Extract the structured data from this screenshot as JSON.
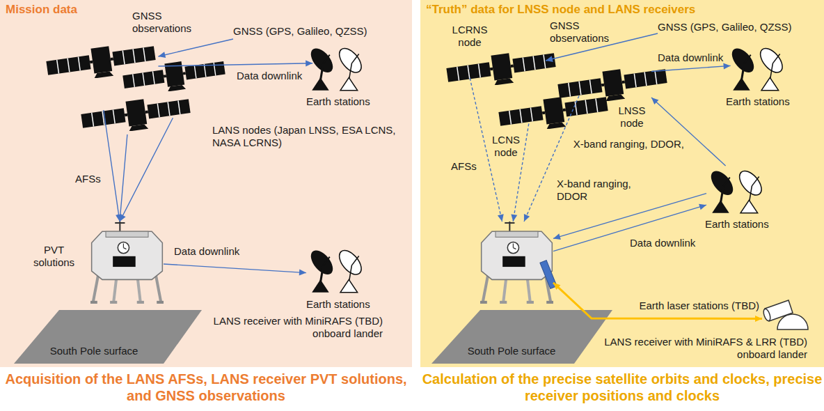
{
  "diagram": {
    "nodes": [
      {
        "text": [
          "Mission data"
        ]
      },
      {
        "text": [
          "GNSS (GPS, Galileo, QZSS)"
        ],
        "in": 0
      },
      {
        "text": [
          "LANS nodes (Japan LNSS, ESA LCNS, NASA LCRNS)"
        ],
        "in": 0
      },
      {
        "text": [
          "Earth stations"
        ],
        "in": 0
      },
      {
        "text": [
          "LANS receiver with MiniRAFS (TBD) onboard lander"
        ],
        "in": 0
      },
      {
        "text": [
          "Earth stations"
        ],
        "in": 0
      },
      {
        "text": [
          "South Pole surface"
        ],
        "in": 0
      },
      {
        "text": [
          "“Truth” data for LNSS node and LANS receivers"
        ]
      },
      {
        "text": [
          "GNSS (GPS, Galileo, QZSS)"
        ],
        "in": 7
      },
      {
        "text": [
          "LCRNS node"
        ],
        "in": 7
      },
      {
        "text": [
          "LCNS node"
        ],
        "in": 7
      },
      {
        "text": [
          "LNSS node"
        ],
        "in": 7
      },
      {
        "text": [
          "Earth stations"
        ],
        "in": 7
      },
      {
        "text": [
          "Earth stations"
        ],
        "in": 7
      },
      {
        "text": [
          "Earth laser stations (TBD)"
        ],
        "in": 7
      },
      {
        "text": [
          "LANS receiver with MiniRAFS & LRR (TBD) onboard lander"
        ],
        "in": 7
      },
      {
        "text": [
          "South Pole surface"
        ],
        "in": 7
      }
    ],
    "edges": [
      {
        "from": 1,
        "to": 2,
        "arrow": "to",
        "label": "GNSS observations"
      },
      {
        "from": 2,
        "to": 3,
        "arrow": "to",
        "label": "Data downlink"
      },
      {
        "from": 2,
        "to": 4,
        "arrow": "to",
        "label": "AFSs"
      },
      {
        "from": 4,
        "to": 5,
        "arrow": "to",
        "label": "Data downlink"
      },
      {
        "from": 8,
        "to": 9,
        "arrow": "to",
        "label": "GNSS observations"
      },
      {
        "from": 11,
        "to": 12,
        "arrow": "to",
        "label": "Data downlink"
      },
      {
        "from": 13,
        "to": 11,
        "arrow": "to",
        "label": "X-band ranging, DDOR,"
      },
      {
        "from": 9,
        "to": 15,
        "arrow": "to",
        "label": "AFSs"
      },
      {
        "from": 10,
        "to": 15,
        "arrow": "to"
      },
      {
        "from": 11,
        "to": 15,
        "arrow": "to"
      },
      {
        "from": 13,
        "to": 15,
        "arrow": "to",
        "label": "X-band ranging, DDOR"
      },
      {
        "from": 15,
        "to": 13,
        "arrow": "to",
        "label": "Data downlink"
      },
      {
        "from": 15,
        "to": 14,
        "arrow": "both"
      }
    ],
    "labels": [
      "PVT solutions",
      "Acquisition of the LANS AFSs, LANS receiver PVT solutions, and GNSS observations",
      "Calculation of the precise satellite orbits and clocks, precise receiver positions and clocks"
    ]
  }
}
